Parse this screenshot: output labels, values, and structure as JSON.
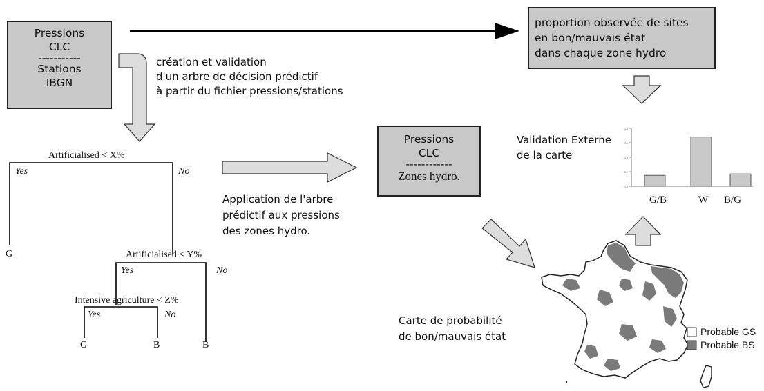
{
  "box_top_left": {
    "line1": "Pressions",
    "line2": "CLC",
    "divider": "-----------",
    "line3": "Stations",
    "line4": "IBGN"
  },
  "box_top_right": {
    "line1": "proportion observée de sites",
    "line2": "en bon/mauvais état",
    "line3": "dans chaque zone hydro"
  },
  "box_middle": {
    "line1": "Pressions",
    "line2": "CLC",
    "divider": "------------",
    "line3": "Zones hydro."
  },
  "text_creation": {
    "line1": "création et validation",
    "line2": "d'un arbre de décision prédictif",
    "line3": "à partir du fichier pressions/stations"
  },
  "text_application": {
    "line1": "Application de l'arbre",
    "line2": "prédictif aux pressions",
    "line3": "des zones hydro."
  },
  "text_validation": {
    "line1": "Validation Externe",
    "line2": "de la carte"
  },
  "text_carte": {
    "line1": "Carte de probabilité",
    "line2": "de bon/mauvais état"
  },
  "tree": {
    "node1": "Artificialised < X%",
    "node2": "Artificialised < Y%",
    "node3": "Intensive agriculture < Z%",
    "yes": "Yes",
    "no": "No",
    "leaf_g1": "G",
    "leaf_g2": "G",
    "leaf_b1": "B",
    "leaf_b2": "B"
  },
  "legend": {
    "good": "Probable GS",
    "bad": "Probable BS"
  },
  "chart_data": {
    "type": "bar",
    "categories": [
      "G/B",
      "W",
      "B/G"
    ],
    "values": [
      0.15,
      0.68,
      0.17
    ],
    "ylim": [
      0,
      0.8
    ],
    "yticks": [
      "0.0",
      "0.2",
      "0.4",
      "0.6",
      "0.8"
    ],
    "bar_color": "#c8c8c8"
  },
  "colors": {
    "box_fill": "#c8c8c8",
    "arrow_fill": "#dddddd",
    "map_good": "#ffffff",
    "map_bad": "#7a7a7a"
  }
}
